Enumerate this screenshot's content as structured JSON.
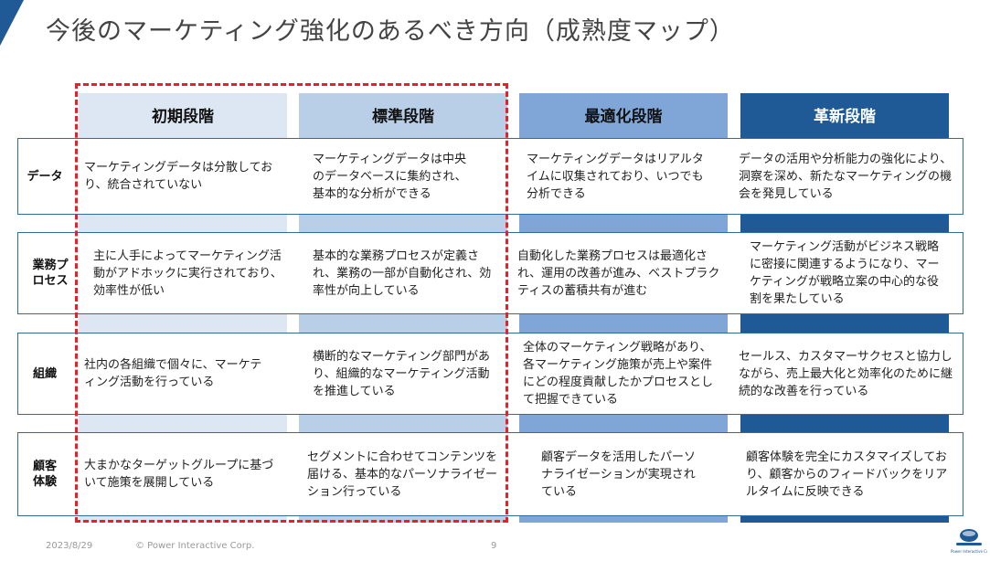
{
  "title": "今後のマーケティング強化のあるべき方向（成熟度マップ）",
  "columns": [
    {
      "label": "初期段階",
      "band": "#dde7f3",
      "head": "#dde7f3",
      "text": "#111111"
    },
    {
      "label": "標準段階",
      "band": "#b9cfe8",
      "head": "#b9cfe8",
      "text": "#111111"
    },
    {
      "label": "最適化段階",
      "band": "#7fa6d6",
      "head": "#7fa6d6",
      "text": "#111111"
    },
    {
      "label": "革新段階",
      "band": "#1f5a96",
      "head": "#1f5a96",
      "text": "#ffffff"
    }
  ],
  "rows": [
    {
      "label": "データ",
      "cells": [
        "マーケティングデータは分散しており、統合されていない",
        "マーケティングデータは中央のデータベースに集約され、基本的な分析ができる",
        "マーケティングデータはリアルタイムに収集されており、いつでも分析できる",
        "データの活用や分析能力の強化により、洞察を深め、新たなマーケティングの機会を発見している"
      ]
    },
    {
      "label": "業務プロセス",
      "cells": [
        "主に人手によってマーケティング活動がアドホックに実行されており、効率性が低い",
        "基本的な業務プロセスが定義され、業務の一部が自動化され、効率性が向上している",
        "自動化した業務プロセスは最適化され、運用の改善が進み、ベストプラクティスの蓄積共有が進む",
        "マーケティング活動がビジネス戦略に密接に関連するようになり、マーケティングが戦略立案の中心的な役割を果たしている"
      ]
    },
    {
      "label": "組織",
      "cells": [
        "社内の各組織で個々に、マーケティング活動を行っている",
        "横断的なマーケティング部門があり、組織的なマーケティング活動を推進している",
        "全体のマーケティング戦略があり、各マーケティング施策が売上や案件にどの程度貢献したかプロセスとして把握できている",
        "セールス、カスタマーサクセスと協力しながら、売上最大化と効率化のために継続的な改善を行っている"
      ]
    },
    {
      "label": "顧客体験",
      "cells": [
        "大まかなターゲットグループに基づいて施策を展開している",
        "セグメントに合わせてコンテンツを届ける、基本的なパーソナライゼーション行っている",
        "顧客データを活用したパーソナライゼーションが実現されている",
        "顧客体験を完全にカスタマイズしており、顧客からのフィードバックをリアルタイムに反映できる"
      ]
    }
  ],
  "footer": {
    "date": "2023/8/29",
    "copyright": "© Power Interactive Corp.",
    "page": "9"
  },
  "logo_text": "Power Interactive Corp."
}
